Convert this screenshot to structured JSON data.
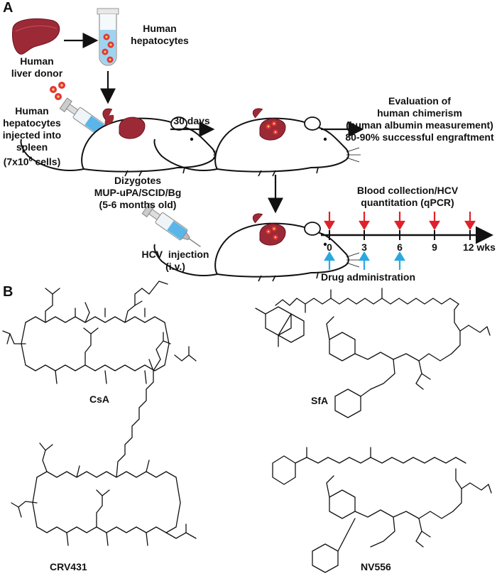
{
  "panel_a": {
    "label": "A",
    "liver_donor": [
      "Human",
      "liver donor"
    ],
    "hepatocytes": [
      "Human",
      "hepatocytes"
    ],
    "injected": [
      "Human",
      "hepatocytes",
      "injected into",
      "spleen"
    ],
    "cells_base": "(7x10",
    "cells_exp": "6",
    "cells_suffix": " cells)",
    "days": "30 days",
    "mouse": [
      "Dizygotes",
      "MUP-uPA/SCID/Bg",
      "(5-6 months old)"
    ],
    "evaluation": [
      "Evaluation of",
      "human chimerism",
      "(human albumin measurement)",
      "80-90% successful engraftment"
    ],
    "blood": [
      "Blood collection/HCV",
      "quantitation (qPCR)"
    ],
    "hcv_injection": [
      "HCV  injection",
      "(i.v.)"
    ],
    "timeline_ticks": [
      "0",
      "3",
      "6",
      "9",
      "12 wks"
    ],
    "drug": "Drug administration",
    "colors": {
      "red_arrow": "#e0202a",
      "blue_arrow": "#29a9e0",
      "liver": "#8b1c2a"
    }
  },
  "panel_b": {
    "label": "B",
    "compounds": [
      "CsA",
      "SfA",
      "CRV431",
      "NV556"
    ]
  }
}
